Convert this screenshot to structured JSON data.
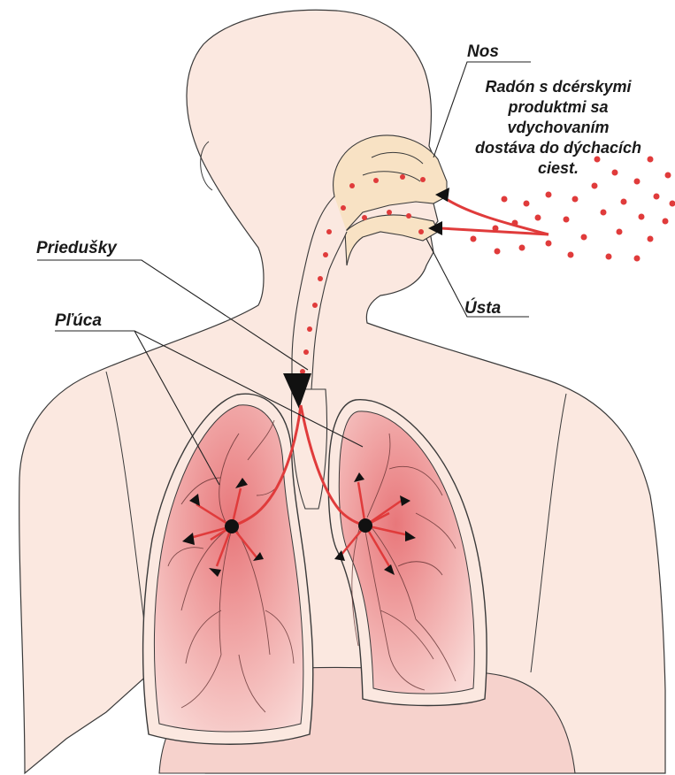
{
  "labels": {
    "nose": "Nos",
    "mouth": "Ústa",
    "bronchi": "Priedušky",
    "lungs": "Pľúca",
    "caption_lines": [
      "Radón s dcérskymi",
      "produktmi sa",
      "vdychovaním",
      "dostáva do dýchacích",
      "ciest."
    ]
  },
  "colors": {
    "skin": "#fbe8e0",
    "outline": "#3a3a3a",
    "nasal_cavity": "#f8e2c4",
    "lung_fill": "#f3b7b5",
    "lung_core": "#e8777a",
    "radon_particles": "#e03b3b",
    "airflow_arrows": "#e03b3b",
    "arrowheads": "#111111"
  },
  "icons": {
    "particles": "radon-particle-dot",
    "flow": "arrowhead-icon"
  }
}
